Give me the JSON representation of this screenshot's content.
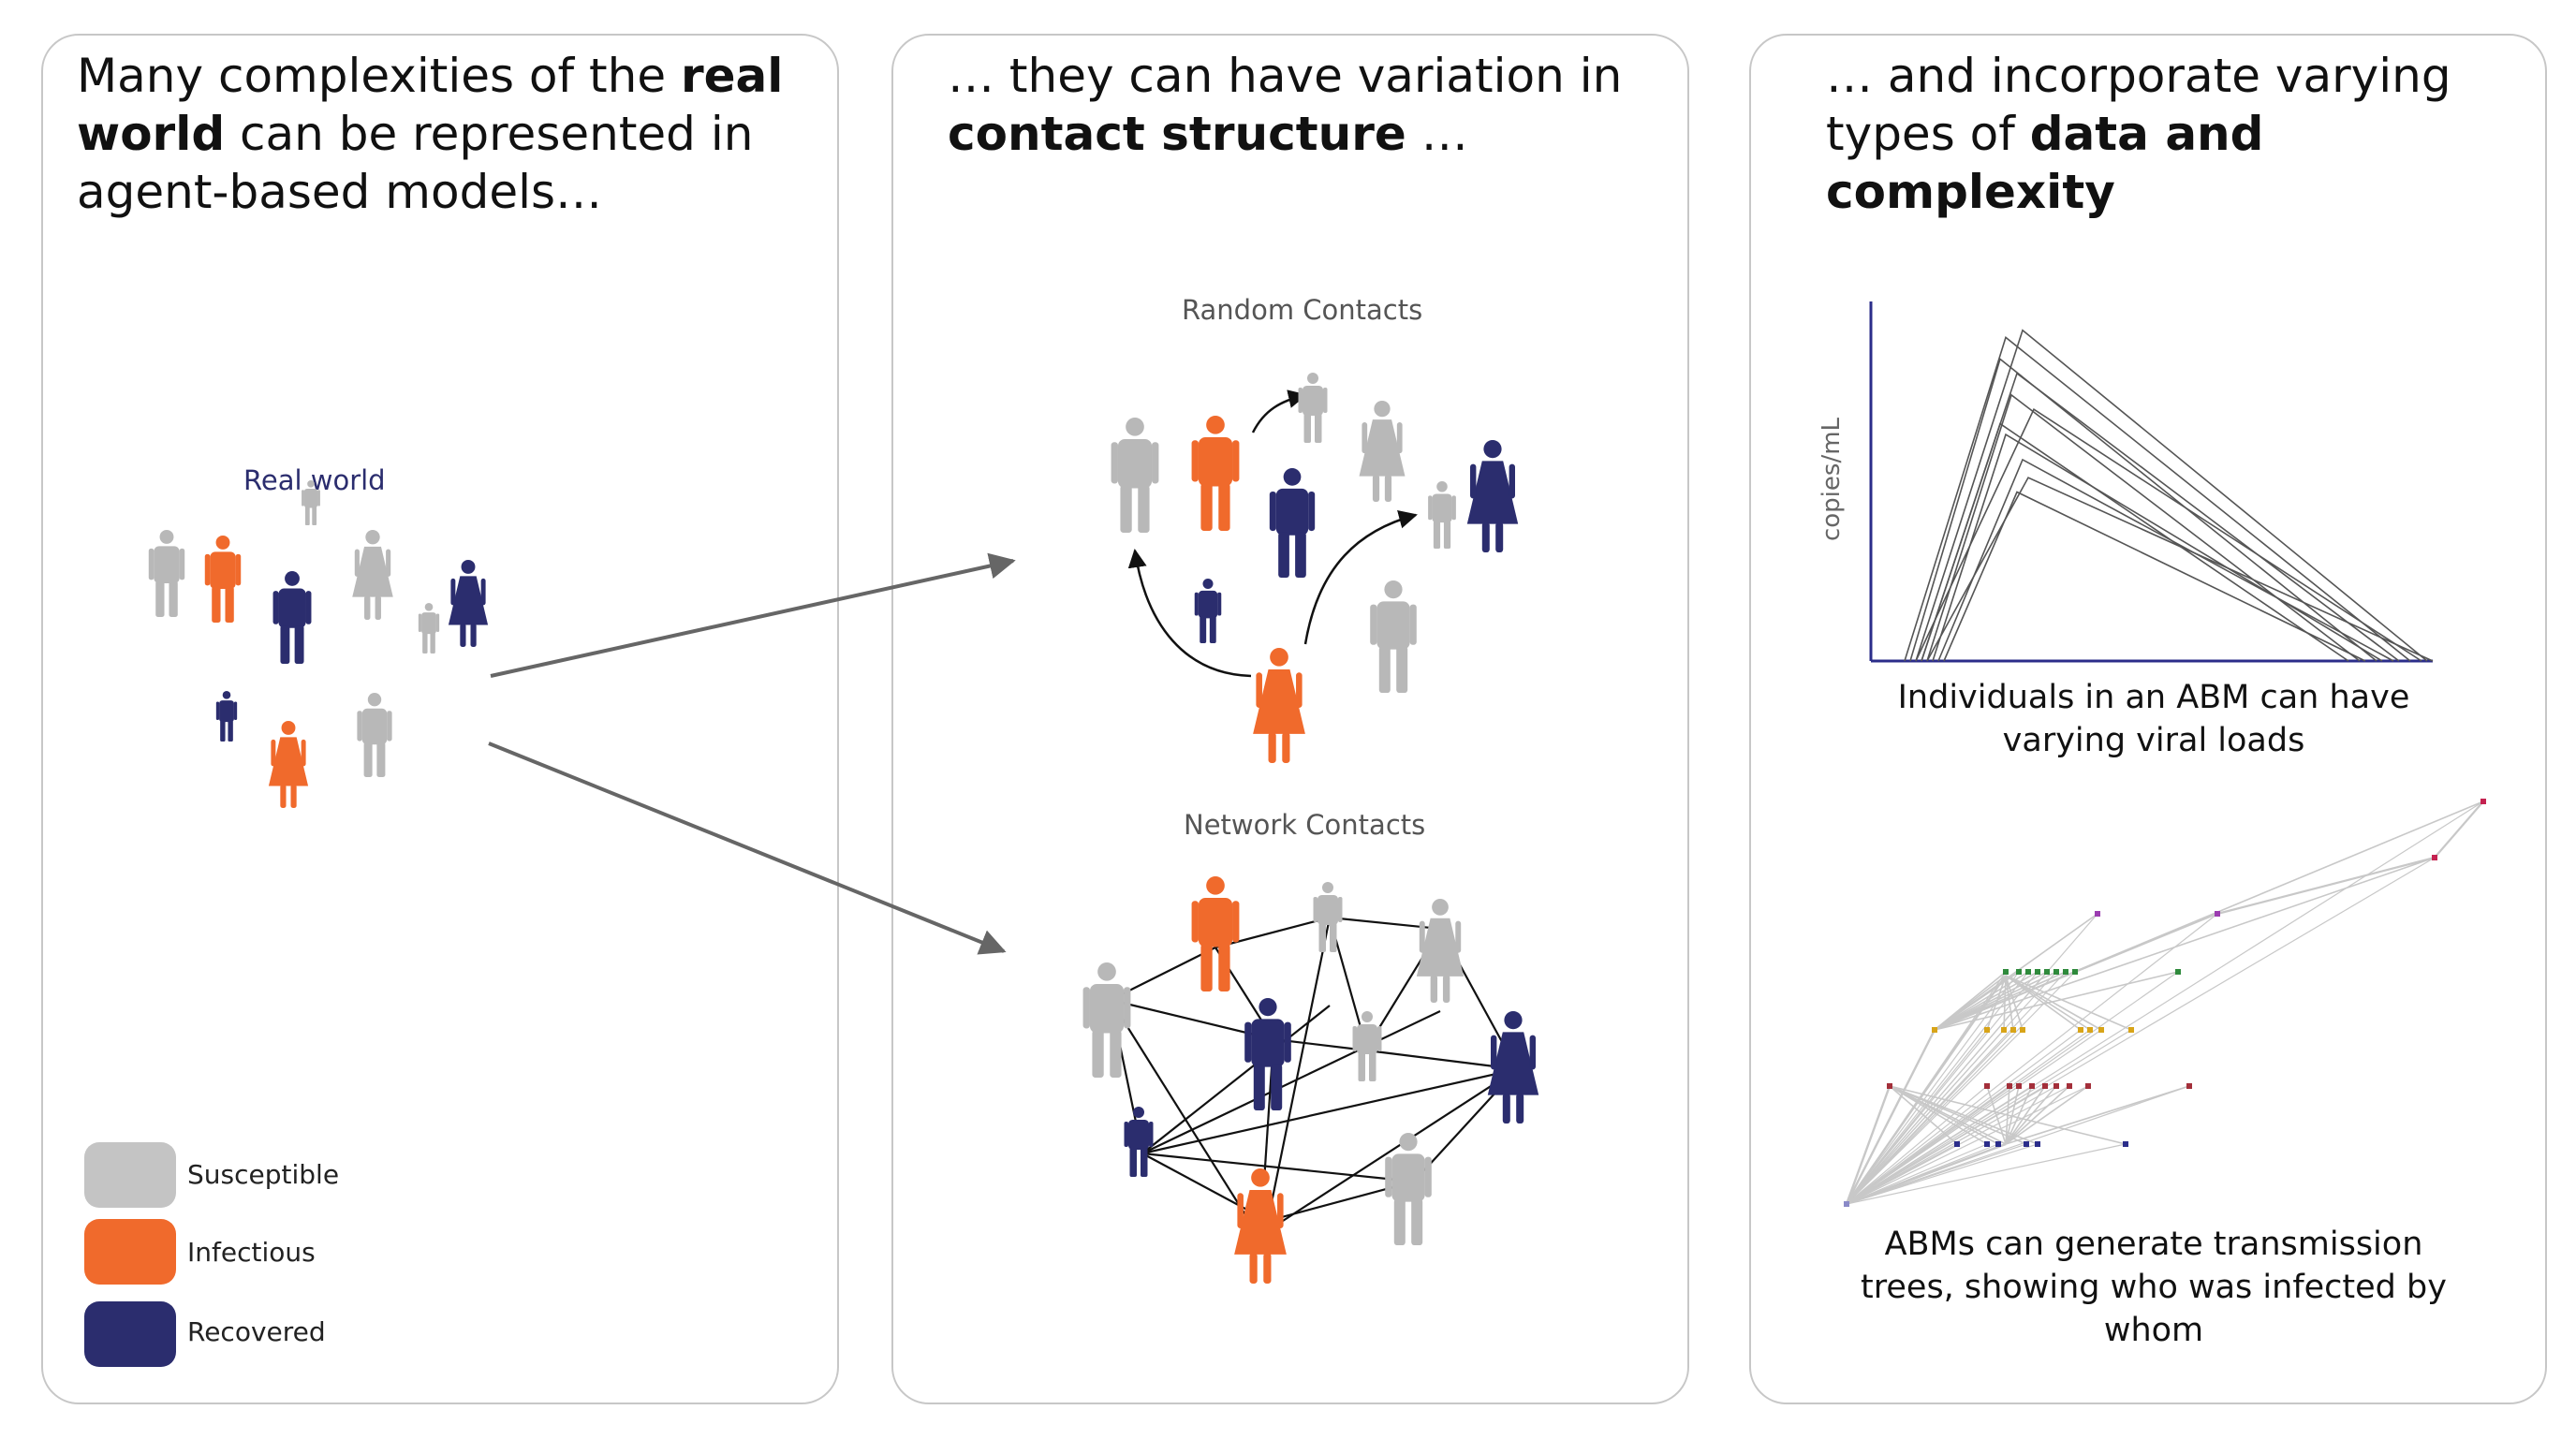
{
  "colors": {
    "susceptible": "#b8b8b8",
    "infectious": "#f06a2c",
    "recovered": "#2b2d6e",
    "axis": "#2b2d8a",
    "line": "#555555",
    "tree_edge": "#c8c8c8"
  },
  "panel1": {
    "title_parts": {
      "a": "Many complexities of the ",
      "b": "real world",
      "c": " can be represented in agent-based models…"
    },
    "subtitle": "Real world",
    "legend": [
      {
        "label": "Susceptible",
        "color": "#b8b8b8"
      },
      {
        "label": "Infectious",
        "color": "#f06a2c"
      },
      {
        "label": "Recovered",
        "color": "#2b2d6e"
      }
    ]
  },
  "panel2": {
    "title_parts": {
      "a": "… they can have variation in ",
      "b": "contact structure",
      "c": " …"
    },
    "random_label": "Random Contacts",
    "network_label": "Network Contacts"
  },
  "panel3": {
    "title_parts": {
      "a": "… and incorporate varying types of ",
      "b": "data and complexity",
      "c": ""
    },
    "chart_ylabel": "copies/mL",
    "chart_caption": "Individuals in an ABM can have varying viral loads",
    "tree_caption": "ABMs can generate transmission trees, showing who was infected by whom"
  },
  "chart_data": {
    "type": "line",
    "title": "",
    "xlabel": "",
    "ylabel": "copies/mL",
    "xlim": [
      0,
      100
    ],
    "ylim": [
      0,
      100
    ],
    "grid": false,
    "series": [
      {
        "x": [
          6,
          24,
          96
        ],
        "y": [
          0,
          90,
          0
        ]
      },
      {
        "x": [
          8,
          27,
          99
        ],
        "y": [
          0,
          92,
          0
        ]
      },
      {
        "x": [
          7,
          23,
          90
        ],
        "y": [
          0,
          84,
          0
        ]
      },
      {
        "x": [
          9,
          26,
          94
        ],
        "y": [
          0,
          80,
          0
        ]
      },
      {
        "x": [
          10,
          25,
          87
        ],
        "y": [
          0,
          74,
          0
        ]
      },
      {
        "x": [
          8,
          29,
          98
        ],
        "y": [
          0,
          70,
          0
        ]
      },
      {
        "x": [
          11,
          24,
          91
        ],
        "y": [
          0,
          63,
          0
        ]
      },
      {
        "x": [
          12,
          27,
          93
        ],
        "y": [
          0,
          56,
          0
        ]
      },
      {
        "x": [
          10,
          28,
          100
        ],
        "y": [
          0,
          51,
          0
        ]
      },
      {
        "x": [
          13,
          26,
          88
        ],
        "y": [
          0,
          47,
          0
        ]
      },
      {
        "x": [
          9,
          23,
          85
        ],
        "y": [
          0,
          66,
          0
        ]
      }
    ]
  }
}
